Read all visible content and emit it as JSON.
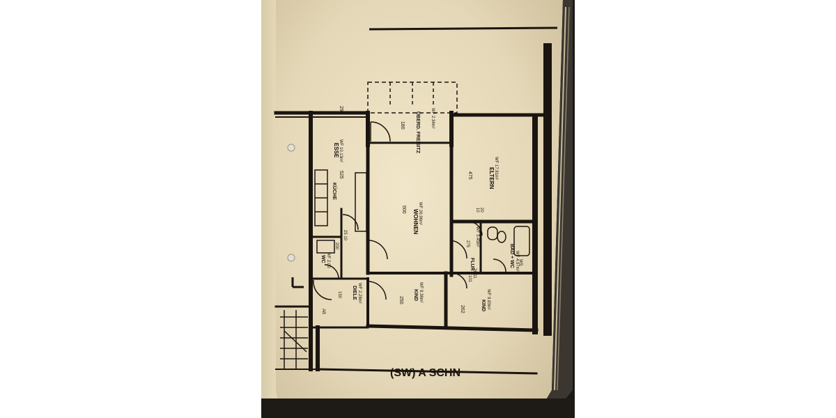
{
  "photo": {
    "subject": "floor-plan-document"
  },
  "rooms": {
    "essen": {
      "name": "ESSE",
      "area": "WF 10.13m²",
      "dim": "525"
    },
    "kueche": {
      "name": "KÜCHE"
    },
    "wohnen": {
      "name": "WOHNEN",
      "area": "WF 26.96m²",
      "dim": "600"
    },
    "ueberdachter_freisitz": {
      "name": "ÜBERD. FREISITZ",
      "area": "WF 2.34m²",
      "dim": "180"
    },
    "eltern": {
      "name": "ELTERN",
      "area": "WF 17.81m²",
      "dim": "475"
    },
    "wc": {
      "name": "WC",
      "area": "WF 2.00",
      "dim": "200"
    },
    "diele": {
      "name": "DIELE",
      "area": "WF 2.28m²",
      "dim": "150"
    },
    "flur": {
      "name": "FLUR",
      "area": "WF 3.45m²",
      "dim": "275"
    },
    "bad_wc": {
      "name": "BAD + WC",
      "area": "WF 4.97m²"
    },
    "kind_left": {
      "name": "KIND",
      "area": "WF 9.38m²",
      "dim": "250"
    },
    "kind_right": {
      "name": "KIND",
      "area": "WF 9.83m²",
      "dim": "262"
    }
  },
  "dimensions": {
    "top_dim": "29",
    "kitchen_side": "200",
    "kitchen_side2": "25 10",
    "small_a": "10",
    "small_b": "20",
    "flur_small": "26.11",
    "flur_small2": "101",
    "ws": "WS",
    "storage": "AB"
  },
  "footer_text": "(SW) A  SCHN"
}
